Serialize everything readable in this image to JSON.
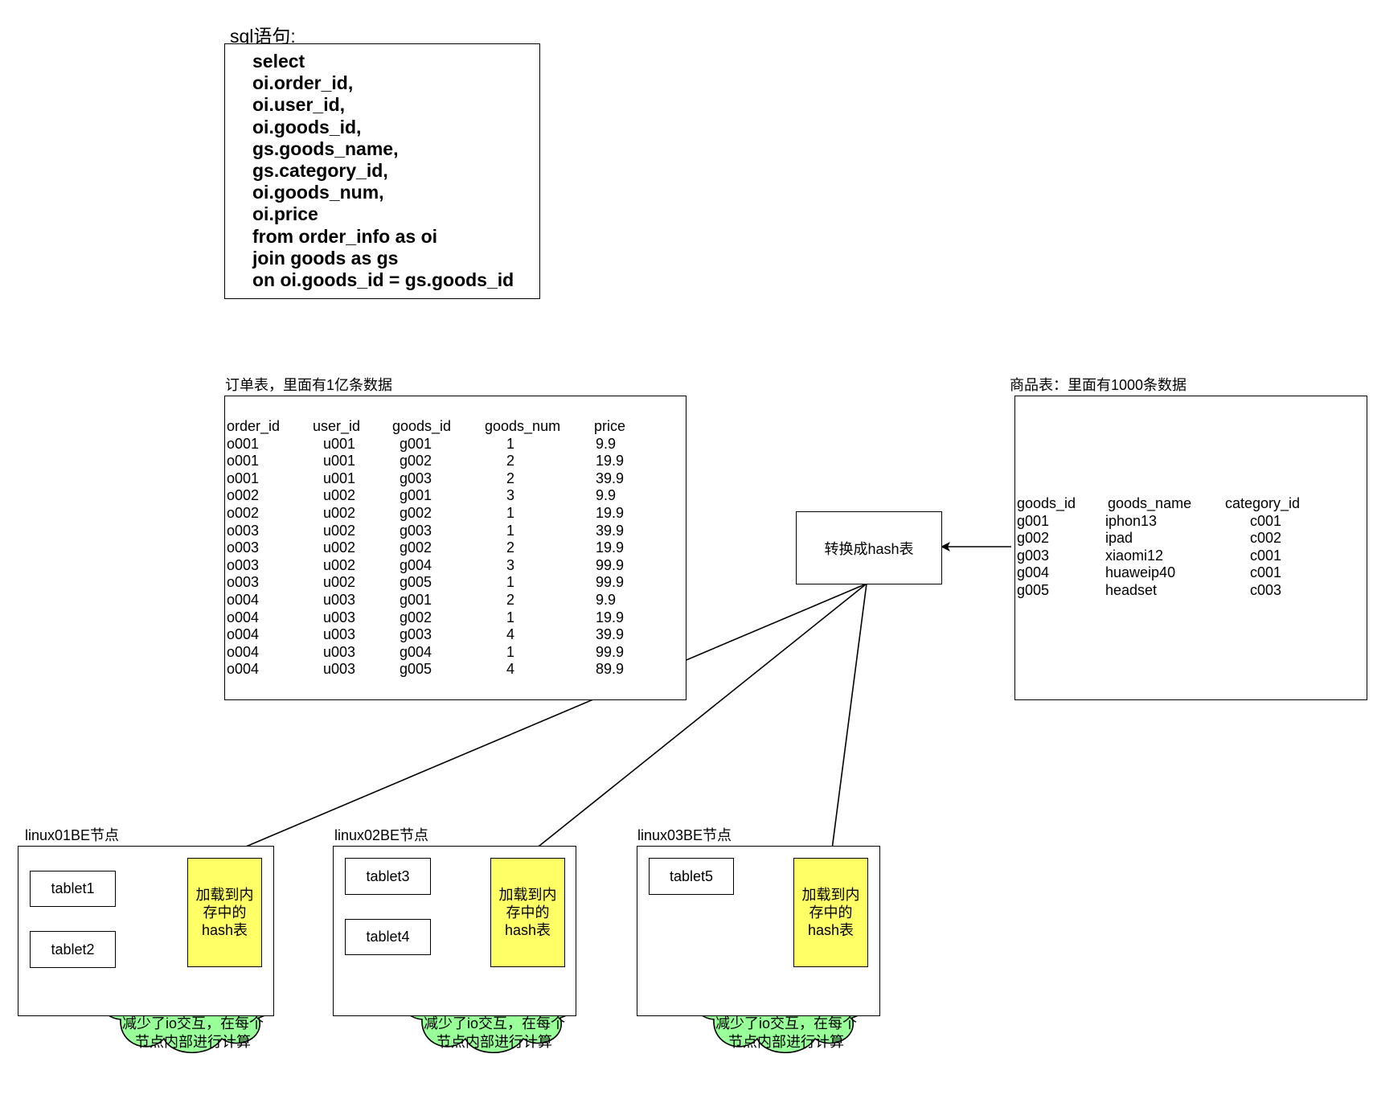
{
  "sql": {
    "title": "sql语句:",
    "lines": [
      "select",
      "oi.order_id,",
      "oi.user_id,",
      "oi.goods_id,",
      "gs.goods_name,",
      "gs.category_id,",
      "oi.goods_num,",
      "oi.price",
      "from order_info as oi",
      "join goods as gs",
      "on oi.goods_id = gs.goods_id"
    ]
  },
  "order_table": {
    "caption": "订单表，里面有1亿条数据",
    "headers": [
      "order_id",
      "user_id",
      "goods_id",
      "goods_num",
      "price"
    ],
    "rows": [
      [
        "o001",
        "u001",
        "g001",
        "1",
        "9.9"
      ],
      [
        "o001",
        "u001",
        "g002",
        "2",
        "19.9"
      ],
      [
        "o001",
        "u001",
        "g003",
        "2",
        "39.9"
      ],
      [
        "o002",
        "u002",
        "g001",
        "3",
        "9.9"
      ],
      [
        "o002",
        "u002",
        "g002",
        "1",
        "19.9"
      ],
      [
        "o003",
        "u002",
        "g003",
        "1",
        "39.9"
      ],
      [
        "o003",
        "u002",
        "g002",
        "2",
        "19.9"
      ],
      [
        "o003",
        "u002",
        "g004",
        "3",
        "99.9"
      ],
      [
        "o003",
        "u002",
        "g005",
        "1",
        "99.9"
      ],
      [
        "o004",
        "u003",
        "g001",
        "2",
        "9.9"
      ],
      [
        "o004",
        "u003",
        "g002",
        "1",
        "19.9"
      ],
      [
        "o004",
        "u003",
        "g003",
        "4",
        "39.9"
      ],
      [
        "o004",
        "u003",
        "g004",
        "1",
        "99.9"
      ],
      [
        "o004",
        "u003",
        "g005",
        "4",
        "89.9"
      ]
    ]
  },
  "goods_table": {
    "caption": "商品表：里面有1000条数据",
    "headers": [
      "goods_id",
      "goods_name",
      "category_id"
    ],
    "rows": [
      [
        "g001",
        "iphon13",
        "c001"
      ],
      [
        "g002",
        "ipad",
        "c002"
      ],
      [
        "g003",
        "xiaomi12",
        "c001"
      ],
      [
        "g004",
        "huaweip40",
        "c001"
      ],
      [
        "g005",
        "headset",
        "c003"
      ]
    ]
  },
  "hash_box": {
    "label": "转换成hash表"
  },
  "nodes": [
    {
      "title": "linux01BE节点",
      "tablets": [
        "tablet1",
        "tablet2"
      ],
      "hash_label": [
        "加载到内",
        "存中的",
        "hash表"
      ],
      "cloud": [
        "减少了io交互，在每个",
        "节点内部进行计算"
      ]
    },
    {
      "title": "linux02BE节点",
      "tablets": [
        "tablet3",
        "tablet4"
      ],
      "hash_label": [
        "加载到内",
        "存中的",
        "hash表"
      ],
      "cloud": [
        "减少了io交互，在每个",
        "节点内部进行计算"
      ]
    },
    {
      "title": "linux03BE节点",
      "tablets": [
        "tablet5"
      ],
      "hash_label": [
        "加载到内",
        "存中的",
        "hash表"
      ],
      "cloud": [
        "减少了io交互，在每个",
        "节点内部进行计算"
      ]
    }
  ],
  "colors": {
    "hash_fill": "#ffff66",
    "cloud_fill": "#99ff99",
    "stroke": "#000000"
  }
}
